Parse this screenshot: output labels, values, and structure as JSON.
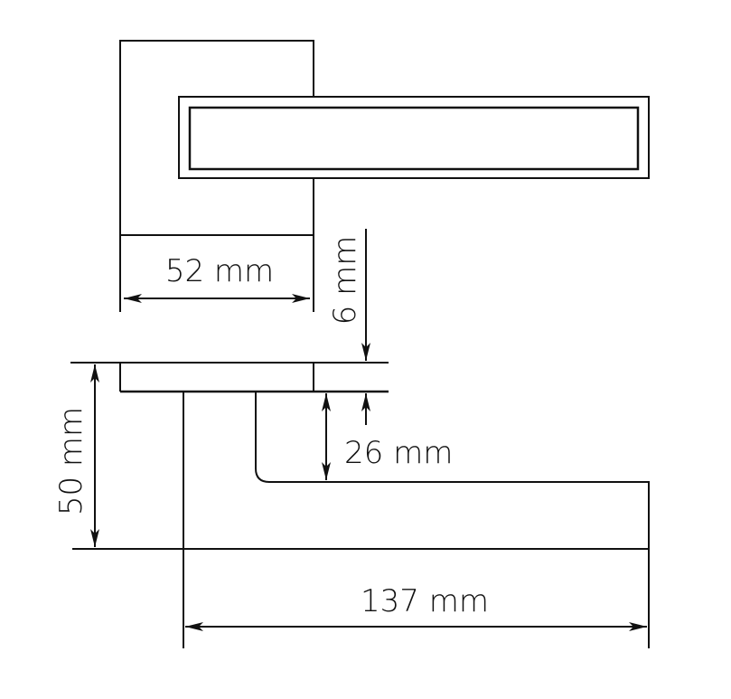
{
  "diagram": {
    "subject": "door lever handle on square rose",
    "views": [
      "top view",
      "side view"
    ],
    "line_color": "#111111",
    "background": "#ffffff"
  },
  "dimensions": {
    "rose_width": "52 mm",
    "rose_thickness": "6 mm",
    "handle_height": "50 mm",
    "lever_thickness": "26 mm",
    "handle_length": "137 mm"
  }
}
